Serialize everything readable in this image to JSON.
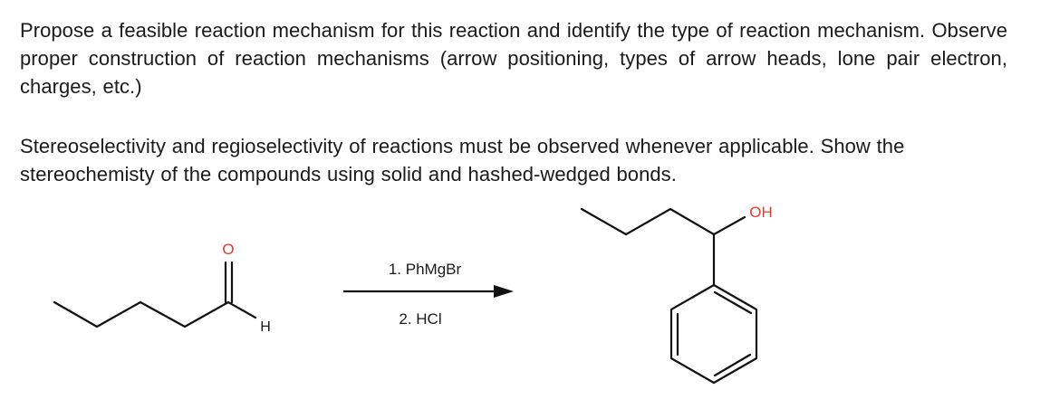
{
  "question": {
    "paragraph_1": "Propose a feasible reaction mechanism for this reaction and identify the type of reaction mechanism. Observe proper construction of reaction mechanisms (arrow positioning, types of arrow heads, lone pair electron, charges, etc.)",
    "paragraph_2": "Stereoselectivity and regioselectivity of reactions must be observed whenever applicable. Show the stereochemisty of the compounds using solid and hashed-wedged bonds."
  },
  "scheme": {
    "reactant": {
      "oxygen_label": "O",
      "hydrogen_label": "H"
    },
    "conditions": {
      "step_1": "1. PhMgBr",
      "step_2": "2. HCl"
    },
    "product": {
      "hydroxyl_label": "OH"
    }
  },
  "colors": {
    "text": "#1a1a1a",
    "bond": "#111111",
    "heteroatom": "#e8392d"
  }
}
